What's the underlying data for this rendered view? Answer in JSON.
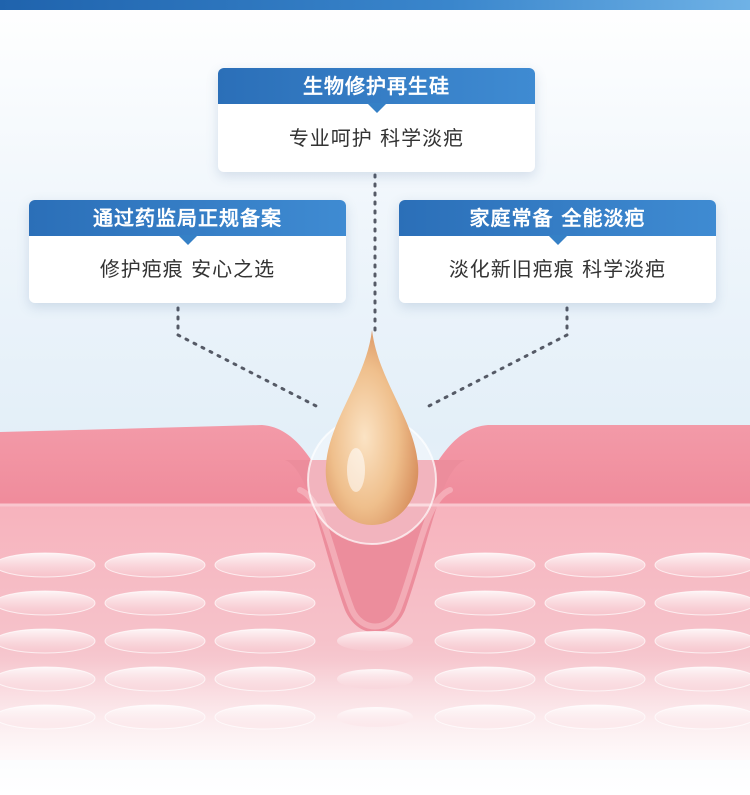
{
  "cards": {
    "top": {
      "title": "生物修护再生硅",
      "subtitle": "专业呵护 科学淡疤"
    },
    "left": {
      "title": "通过药监局正规备案",
      "subtitle": "修护疤痕 安心之选"
    },
    "right": {
      "title": "家庭常备 全能淡疤",
      "subtitle": "淡化新旧疤痕 科学淡疤"
    }
  },
  "colors": {
    "header_blue": "#2b6fb8",
    "skin_pink": "#f0a0ac",
    "droplet_gold": "#e8b07c"
  }
}
